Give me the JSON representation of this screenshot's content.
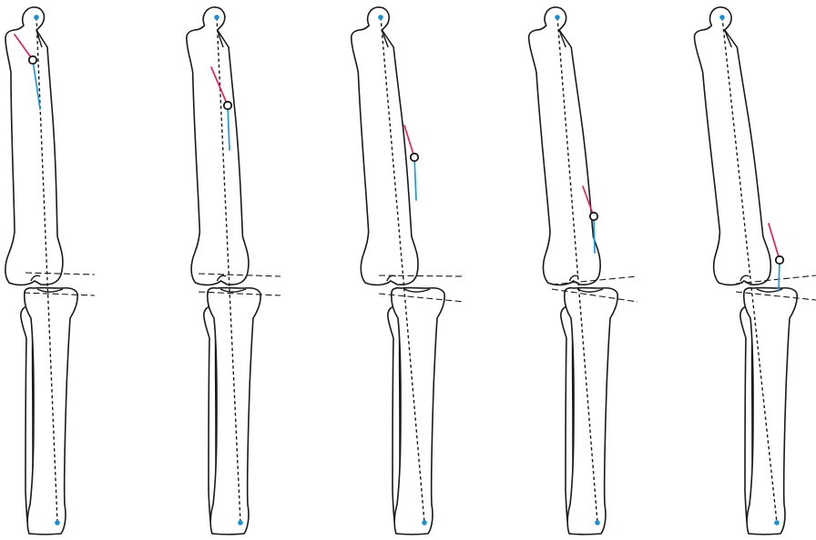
{
  "figure": {
    "panel_count": 5,
    "colors": {
      "bone_outline": "#1a1a1a",
      "proximal_segment": "#e0245e",
      "distal_segment": "#1e9ad6",
      "landmark_dot": "#1e8fd0",
      "apex_marker": "#ffffff"
    },
    "elements": [
      "femur",
      "tibia",
      "fibula",
      "mechanical-axis",
      "knee-joint-lines",
      "deformity-apex"
    ]
  }
}
